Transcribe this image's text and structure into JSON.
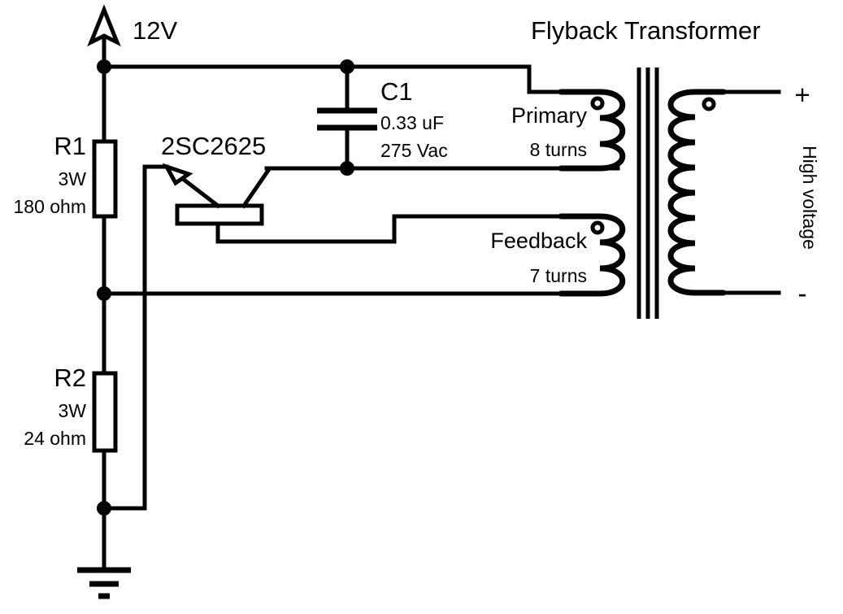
{
  "diagram": {
    "title": "Flyback Transformer",
    "kind": "circuit-schematic"
  },
  "supply": {
    "label": "12V",
    "symbol": "up-arrow"
  },
  "components": {
    "r1": {
      "refdes": "R1",
      "power": "3W",
      "resistance": "180 ohm"
    },
    "r2": {
      "refdes": "R2",
      "power": "3W",
      "resistance": "24 ohm"
    },
    "c1": {
      "refdes": "C1",
      "capacitance": "0.33 uF",
      "voltage": "275 Vac"
    },
    "q1": {
      "part_number": "2SC2625",
      "type": "npn-transistor"
    }
  },
  "transformer": {
    "name": "Flyback Transformer",
    "primary": {
      "label": "Primary",
      "turns": "8 turns"
    },
    "feedback": {
      "label": "Feedback",
      "turns": "7 turns"
    },
    "secondary": {
      "label": "High voltage",
      "plus": "+",
      "minus": "-"
    }
  },
  "ground": {
    "symbol": "earth-ground"
  },
  "colors": {
    "ink": "#000000",
    "background": "#ffffff"
  }
}
